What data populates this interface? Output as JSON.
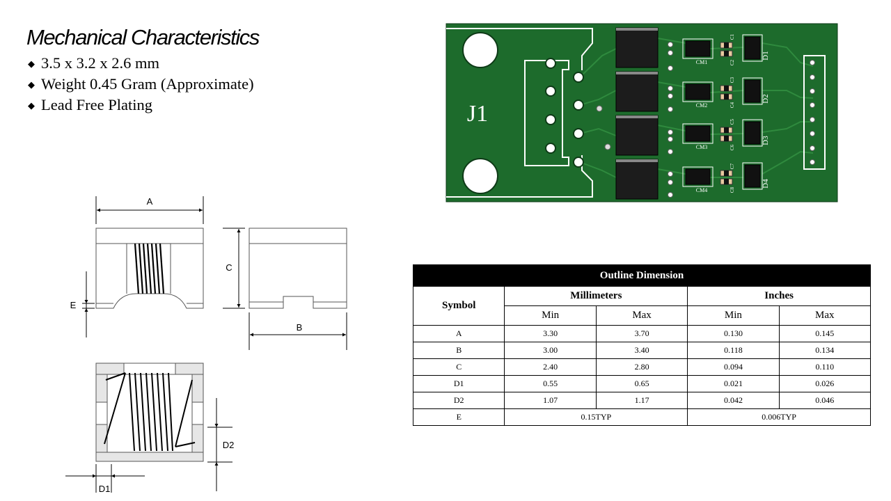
{
  "mechanical": {
    "title": "Mechanical Characteristics",
    "bullets": [
      "3.5 x 3.2 x 2.6 mm",
      "Weight 0.45 Gram (Approximate)",
      "Lead Free Plating"
    ]
  },
  "drawing_labels": {
    "a": "A",
    "b": "B",
    "c": "C",
    "e": "E",
    "d1": "D1",
    "d2": "D2"
  },
  "pcb": {
    "connector_label": "J1",
    "choke_labels": [
      "CM1",
      "CM2",
      "CM3",
      "CM4"
    ],
    "diode_labels": [
      "D1",
      "D2",
      "D3",
      "D4"
    ],
    "cap_labels": [
      "C1",
      "C2",
      "C3",
      "C4",
      "C5",
      "C6",
      "C7",
      "C8"
    ],
    "board_color": "#1d6b2c",
    "silk_color": "#ffffff",
    "pad_color": "#e8c9a0"
  },
  "outline_table": {
    "title": "Outline Dimension",
    "symbol_header": "Symbol",
    "mm_header": "Millimeters",
    "in_header": "Inches",
    "min_label": "Min",
    "max_label": "Max",
    "rows": [
      {
        "symbol": "A",
        "mm_min": "3.30",
        "mm_max": "3.70",
        "in_min": "0.130",
        "in_max": "0.145"
      },
      {
        "symbol": "B",
        "mm_min": "3.00",
        "mm_max": "3.40",
        "in_min": "0.118",
        "in_max": "0.134"
      },
      {
        "symbol": "C",
        "mm_min": "2.40",
        "mm_max": "2.80",
        "in_min": "0.094",
        "in_max": "0.110"
      },
      {
        "symbol": "D1",
        "mm_min": "0.55",
        "mm_max": "0.65",
        "in_min": "0.021",
        "in_max": "0.026"
      },
      {
        "symbol": "D2",
        "mm_min": "1.07",
        "mm_max": "1.17",
        "in_min": "0.042",
        "in_max": "0.046"
      }
    ],
    "row_e": {
      "symbol": "E",
      "mm_typ": "0.15TYP",
      "in_typ": "0.006TYP"
    }
  }
}
